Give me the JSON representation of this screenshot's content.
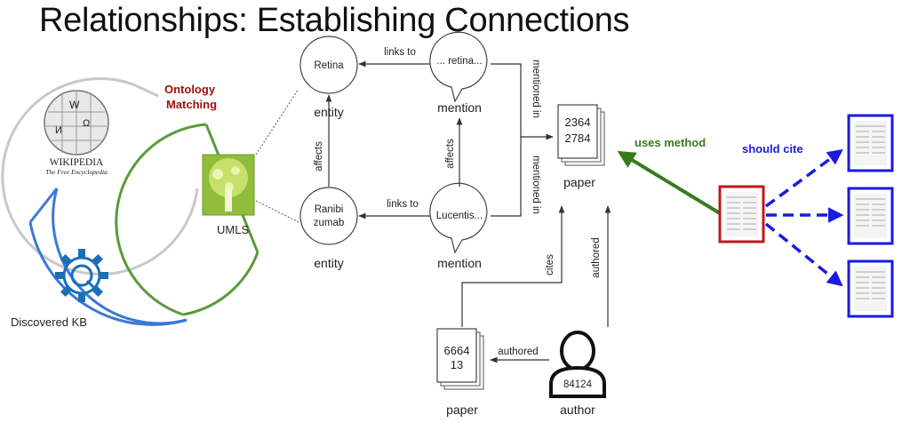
{
  "title": "Relationships: Establishing Connections",
  "left": {
    "ontology_line1": "Ontology",
    "ontology_line2": "Matching",
    "wiki_name": "WIKIPEDIA",
    "wiki_tagline": "The Free Encyclopedia",
    "umls": "UMLS",
    "discovered": "Discovered KB",
    "colors": {
      "wiki": "#c8c8c8",
      "umls": "#5a9a3a",
      "kb": "#3a78d8",
      "ontology": "#a01010"
    }
  },
  "graph": {
    "retina": "Retina",
    "ranibi_1": "Ranibi",
    "ranibi_2": "zumab",
    "entity": "entity",
    "mention": "mention",
    "mention_retina": "... retina...",
    "mention_lucentis": "Lucentis...",
    "links_to": "links to",
    "affects": "affects",
    "mentioned_in": "mentioned in",
    "paper_id_1": "2364",
    "paper_id_2": "2784",
    "paper": "paper",
    "paper2_id_1": "6664",
    "paper2_id_2": "13",
    "author_id": "84124",
    "author": "author",
    "authored": "authored",
    "cites": "cites"
  },
  "right": {
    "uses_method": "uses method",
    "should_cite": "should cite",
    "colors": {
      "method": "#3a7a1e",
      "cite": "#1a1ae0",
      "source_box": "#c01818"
    }
  }
}
